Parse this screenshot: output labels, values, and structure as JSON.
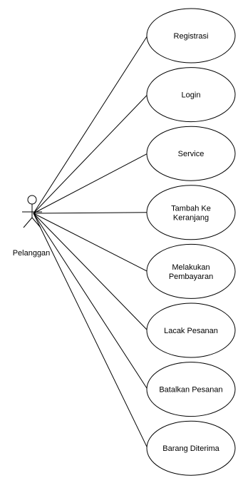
{
  "actor": {
    "name": "Pelanggan",
    "icon": "stick-figure-icon"
  },
  "use_cases": [
    {
      "id": "registrasi",
      "lines": [
        "Registrasi"
      ]
    },
    {
      "id": "login",
      "lines": [
        "Login"
      ]
    },
    {
      "id": "service",
      "lines": [
        "Service"
      ]
    },
    {
      "id": "tambah-ke-keranjang",
      "lines": [
        "Tambah Ke",
        "Keranjang"
      ]
    },
    {
      "id": "melakukan-pembayaran",
      "lines": [
        "Melakukan",
        "Pembayaran"
      ]
    },
    {
      "id": "lacak-pesanan",
      "lines": [
        "Lacak Pesanan"
      ]
    },
    {
      "id": "batalkan-pesanan",
      "lines": [
        "Batalkan Pesanan"
      ]
    },
    {
      "id": "barang-diterima",
      "lines": [
        "Barang Diterima"
      ]
    }
  ],
  "colors": {
    "stroke": "#000000",
    "background": "#ffffff"
  }
}
